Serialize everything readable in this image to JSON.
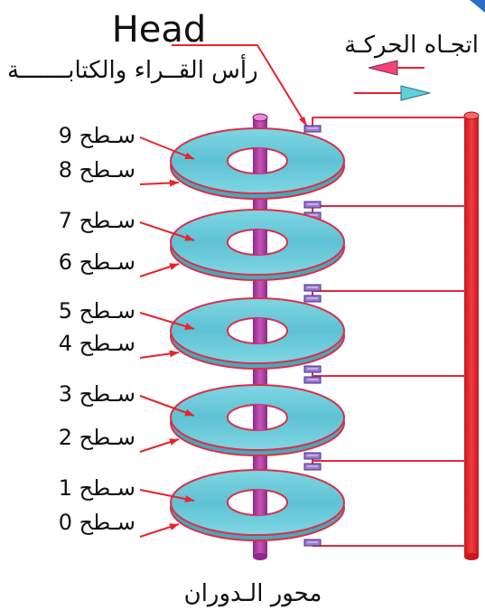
{
  "title_head": "Head",
  "head_caption": "رأس القــراء والكتابـــــــة",
  "direction_label": "اتجـاه الحركـة",
  "axis_label": "محور الـدوران",
  "surfaces": [
    "سـطح 9",
    "سـطح 8",
    "سـطح 7",
    "سـطح 6",
    "سـطح 5",
    "سـطح 4",
    "سـطح 3",
    "سـطح 2",
    "سـطح 1",
    "سـطح 0"
  ],
  "colors": {
    "disk_fill": "#66c8d8",
    "disk_stroke": "#d8304a",
    "spindle": "#b03aa0",
    "actuator": "#e8232b",
    "arm_line": "#e02a3a",
    "head_block": "#9a7ad0",
    "arrow_left": "#f0447a",
    "arrow_right": "#5fd0d8",
    "pointer": "#e8232b"
  },
  "icons": {
    "arrow_left": "arrow-left-icon",
    "arrow_right": "arrow-right-icon"
  }
}
